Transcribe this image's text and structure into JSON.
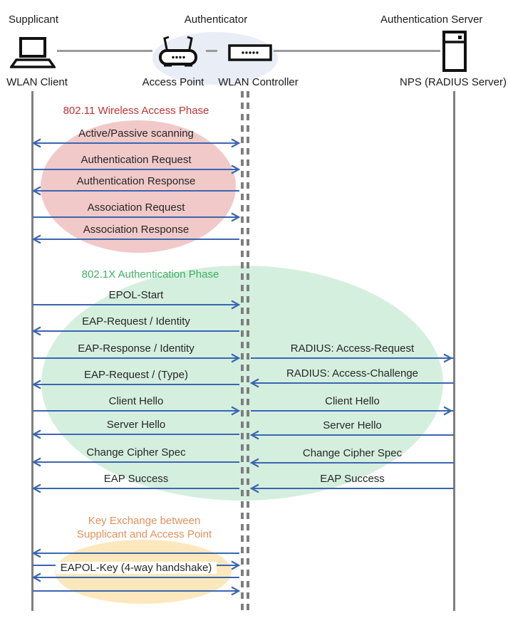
{
  "colors": {
    "arrow": "#3A66B0",
    "lifeline": "#7F7F7F",
    "message_text": "#262626",
    "phase1_title": "#BE3333",
    "phase2_title": "#3FAF62",
    "phase3_title": "#E2915B",
    "ellipse_pink": "#F1C9C9",
    "ellipse_green": "#D5EFDF",
    "ellipse_yellow": "#FCE8BC",
    "ellipse_blue": "#E9EDF6"
  },
  "actors": {
    "supplicant": {
      "role": "Supplicant",
      "device": "WLAN Client",
      "icon": "laptop-icon"
    },
    "authenticator": {
      "role": "Authenticator",
      "devices": [
        {
          "name": "Access Point",
          "icon": "access-point-icon"
        },
        {
          "name": "WLAN Controller",
          "icon": "wlan-controller-icon"
        }
      ]
    },
    "auth_server": {
      "role": "Authentication Server",
      "device": "NPS (RADIUS Server)",
      "icon": "server-icon"
    }
  },
  "phases": [
    {
      "title": "802.11 Wireless Access Phase"
    },
    {
      "title": "802.1X Authentication Phase"
    },
    {
      "title": "Key Exchange between\nSupplicant and Access Point"
    }
  ],
  "messages": [
    {
      "label": "Active/Passive scanning",
      "span": "left",
      "dir": "both"
    },
    {
      "label": "Authentication Request",
      "span": "left",
      "dir": "right"
    },
    {
      "label": "Authentication Response",
      "span": "left",
      "dir": "left"
    },
    {
      "label": "Association Request",
      "span": "left",
      "dir": "right"
    },
    {
      "label": "Association Response",
      "span": "left",
      "dir": "left"
    },
    {
      "label": "EPOL-Start",
      "span": "left",
      "dir": "right"
    },
    {
      "label": "EAP-Request / Identity",
      "span": "left",
      "dir": "left"
    },
    {
      "label": "EAP-Response / Identity",
      "span": "left",
      "dir": "right"
    },
    {
      "label": "RADIUS: Access-Request",
      "span": "right",
      "dir": "right"
    },
    {
      "label": "EAP-Request / (Type)",
      "span": "left",
      "dir": "left"
    },
    {
      "label": "RADIUS: Access-Challenge",
      "span": "right",
      "dir": "left"
    },
    {
      "label": "Client Hello",
      "span": "left",
      "dir": "right"
    },
    {
      "label": "Client Hello",
      "span": "right",
      "dir": "right"
    },
    {
      "label": "Server Hello",
      "span": "left",
      "dir": "left"
    },
    {
      "label": "Server Hello",
      "span": "right",
      "dir": "left"
    },
    {
      "label": "Change Cipher Spec",
      "span": "left",
      "dir": "left"
    },
    {
      "label": "Change Cipher Spec",
      "span": "right",
      "dir": "left"
    },
    {
      "label": "EAP Success",
      "span": "left",
      "dir": "left"
    },
    {
      "label": "EAP Success",
      "span": "right",
      "dir": "left"
    },
    {
      "label": "",
      "span": "left",
      "dir": "left"
    },
    {
      "label": "",
      "span": "left",
      "dir": "right"
    },
    {
      "label": "EAPOL-Key (4-way handshake)",
      "span": "left",
      "dir": "left"
    },
    {
      "label": "",
      "span": "left",
      "dir": "right"
    }
  ]
}
